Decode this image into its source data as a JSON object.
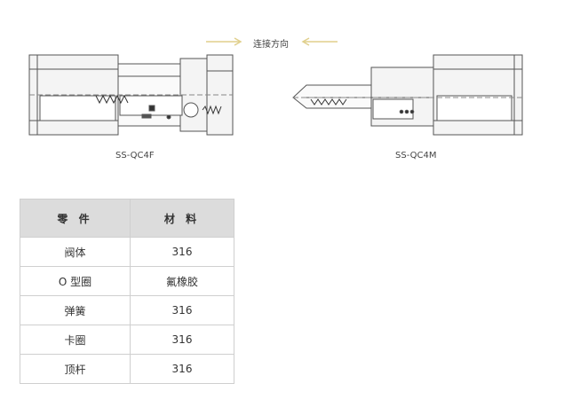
{
  "diagram": {
    "direction_label": "连接方向",
    "left_model": "SS-QC4F",
    "right_model": "SS-QC4M",
    "arrow_color": "#e8d9a0"
  },
  "table": {
    "headers": [
      "零 件",
      "材 料"
    ],
    "rows": [
      {
        "part": "阀体",
        "material": "316"
      },
      {
        "part": "O 型圈",
        "material": "氟橡胶"
      },
      {
        "part": "弹簧",
        "material": "316"
      },
      {
        "part": "卡圈",
        "material": "316"
      },
      {
        "part": "顶杆",
        "material": "316"
      }
    ]
  }
}
